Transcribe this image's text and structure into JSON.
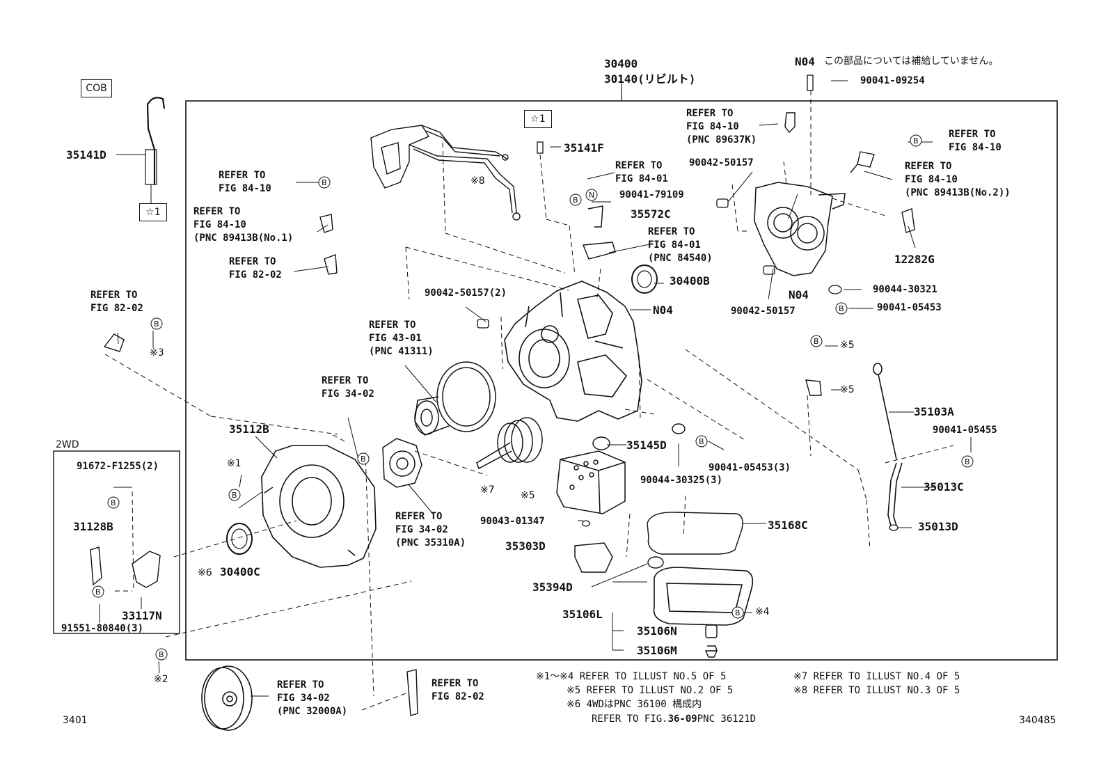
{
  "header": {
    "n04_label": "N04",
    "n04_note": "この部品については補給していません。",
    "assy_main": "30400",
    "assy_rebuilt": "30140(リビルト)",
    "cob": "COB",
    "star1": "☆1",
    "wd2": "2WD"
  },
  "parts": {
    "p35141D": "35141D",
    "p35141F": "35141F",
    "p90041_09254": "90041-09254",
    "p90042_50157_top": "90042-50157",
    "p90041_79109": "90041-79109",
    "p35572C": "35572C",
    "p12282G": "12282G",
    "p30400B": "30400B",
    "pN04_mid": "N04",
    "pN04_right": "N04",
    "p90044_30321": "90044-30321",
    "p90042_50157_2": "90042-50157(2)",
    "p90042_50157_r": "90042-50157",
    "p90041_05453": "90041-05453",
    "p35103A": "35103A",
    "p90041_05455": "90041-05455",
    "p35013C": "35013C",
    "p35013D": "35013D",
    "p35112B": "35112B",
    "p35145D": "35145D",
    "p90041_05453_3": "90041-05453(3)",
    "p90044_30325_3": "90044-30325(3)",
    "p91672_F1255": "91672-F1255(2)",
    "p31128B": "31128B",
    "p33117N": "33117N",
    "p91551_80840": "91551-80840(3)",
    "p30400C": "30400C",
    "p90043_01347": "90043-01347",
    "p35303D": "35303D",
    "p35168C": "35168C",
    "p35394D": "35394D",
    "p35106L": "35106L",
    "p35106N": "35106N",
    "p35106M": "35106M"
  },
  "refs": {
    "r_fig8410_a": [
      "REFER TO",
      "FIG 84-10"
    ],
    "r_fig8410_pnc1": [
      "REFER TO",
      "FIG 84-10",
      "(PNC 89413B(No.1)"
    ],
    "r_fig8202_a": [
      "REFER TO",
      "FIG 82-02"
    ],
    "r_fig8202_b": [
      "REFER TO",
      "FIG 82-02"
    ],
    "r_fig8401_a": [
      "REFER TO",
      "FIG 84-01"
    ],
    "r_fig8401_pnc": [
      "REFER TO",
      "FIG 84-01",
      "(PNC 84540)"
    ],
    "r_fig8410_89637": [
      "REFER TO",
      "FIG 84-10",
      "(PNC 89637K)"
    ],
    "r_fig8410_b": [
      "REFER TO",
      "FIG 84-10"
    ],
    "r_fig8410_pnc2": [
      "REFER TO",
      "FIG 84-10",
      "(PNC 89413B(No.2))"
    ],
    "r_fig4301": [
      "REFER TO",
      "FIG 43-01",
      "(PNC 41311)"
    ],
    "r_fig3402_a": [
      "REFER TO",
      "FIG 34-02"
    ],
    "r_fig3402_b": [
      "REFER TO",
      "FIG 34-02",
      "(PNC 35310A)"
    ],
    "r_fig3402_c": [
      "REFER TO",
      "FIG 34-02",
      "(PNC 32000A)"
    ],
    "r_fig8202_c": [
      "REFER TO",
      "FIG 82-02"
    ]
  },
  "marks": {
    "m3": "※3",
    "m1": "※1",
    "m2": "※2",
    "m4": "※4",
    "m5a": "※5",
    "m5b": "※5",
    "m5c": "※5",
    "m6": "※6",
    "m7": "※7",
    "m8": "※8",
    "b": "B",
    "n": "N"
  },
  "notes": {
    "n1": "※1～※4 REFER TO ILLUST NO.5 OF 5",
    "n5": "※5 REFER TO ILLUST NO.2 OF 5",
    "n6": "※6 4WDはPNC 36100 構成内",
    "n6b_pre": "REFER TO FIG.",
    "n6b_fig": "36-09",
    "n6b_post": "PNC 36121D",
    "n7": "※7 REFER TO ILLUST NO.4 OF 5",
    "n8": "※8 REFER TO ILLUST NO.3 OF 5"
  },
  "footer": {
    "page_left": "3401",
    "page_right": "340485"
  }
}
